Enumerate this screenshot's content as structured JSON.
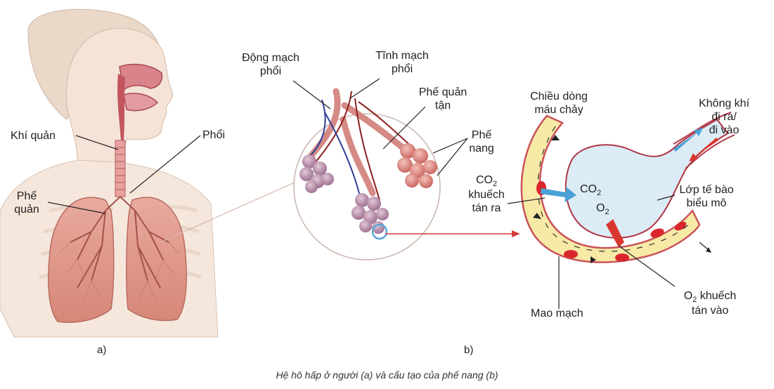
{
  "labels": {
    "khi_quan": "Khí quản",
    "phoi": "Phổi",
    "phe_quan_1": "Phế",
    "phe_quan_2": "quản",
    "dong_mach_1": "Động mạch",
    "dong_mach_2": "phổi",
    "tinh_mach_1": "Tĩnh mạch",
    "tinh_mach_2": "phổi",
    "phe_quan_tan_1": "Phế quản",
    "phe_quan_tan_2": "tận",
    "phe_nang_1": "Phế",
    "phe_nang_2": "nang",
    "chieu_dong_1": "Chiều dòng",
    "chieu_dong_2": "máu chảy",
    "khong_khi_1": "Không khí",
    "khong_khi_2": "đi ra/",
    "khong_khi_3": "đi vào",
    "co2_left_main": "CO",
    "co2_left_sub": "2",
    "co2_left_2": "khuếch",
    "co2_left_3": "tán ra",
    "co2_in_main": "CO",
    "co2_in_sub": "2",
    "o2_in_main": "O",
    "o2_in_sub": "2",
    "lop_te_bao_1": "Lớp tế bào",
    "lop_te_bao_2": "biểu mô",
    "o2_kt_main": "O",
    "o2_kt_sub": "2",
    "o2_kt_rest": " khuếch",
    "o2_kt_2": "tán vào",
    "mao_mach": "Mao mạch",
    "panel_a": "a)",
    "panel_b": "b)"
  },
  "caption": "Hệ hô hấp ở người (a) và cấu tạo của phế nang (b)"
}
